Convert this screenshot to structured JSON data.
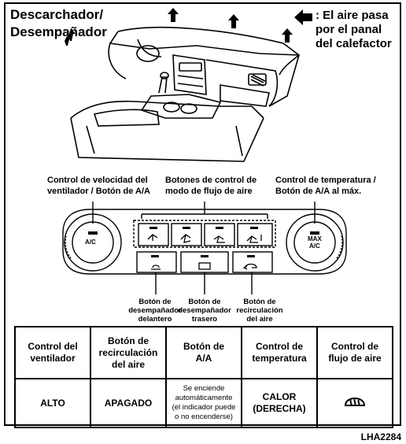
{
  "title": {
    "line1": "Descarchador/",
    "line2": "Desempañador"
  },
  "legend": {
    "icon": "arrow-left-icon",
    "line1": ": El aire pasa",
    "line2": "por el panal",
    "line3": "del calefactor"
  },
  "callouts": {
    "fan_line1": "Control de velocidad del",
    "fan_line2": "ventilador / Botón de A/A",
    "mode_line1": "Botones de control de",
    "mode_line2": "modo de flujo de aire",
    "temp_line1": "Control de temperatura /",
    "temp_line2": "Botón de A/A al máx."
  },
  "panel": {
    "left_knob_label": "A/C",
    "right_knob_label1": "MAX",
    "right_knob_label2": "A/C"
  },
  "bottom_labels": {
    "front_line1": "Botón de",
    "front_line2": "desempañador",
    "front_line3": "delantero",
    "rear_line1": "Botón de",
    "rear_line2": "desempañador",
    "rear_line3": "trasero",
    "recirc_line1": "Botón de",
    "recirc_line2": "recirculación",
    "recirc_line3": "del aire"
  },
  "table": {
    "headers": [
      [
        "Control del",
        "ventilador"
      ],
      [
        "Botón de",
        "recirculación",
        "del aire"
      ],
      [
        "Botón de",
        "A/A"
      ],
      [
        "Control de",
        "temperatura"
      ],
      [
        "Control de",
        "flujo de aire"
      ]
    ],
    "row": {
      "fan": "ALTO",
      "recirc": "APAGADO",
      "ac": [
        "Se enciende",
        "automáticamente",
        "(el indicador puede",
        "o no encenderse)"
      ],
      "temp": [
        "CALOR",
        "(DERECHA)"
      ],
      "airflow_icon": "defrost-icon"
    }
  },
  "figure_id": "LHA2284"
}
